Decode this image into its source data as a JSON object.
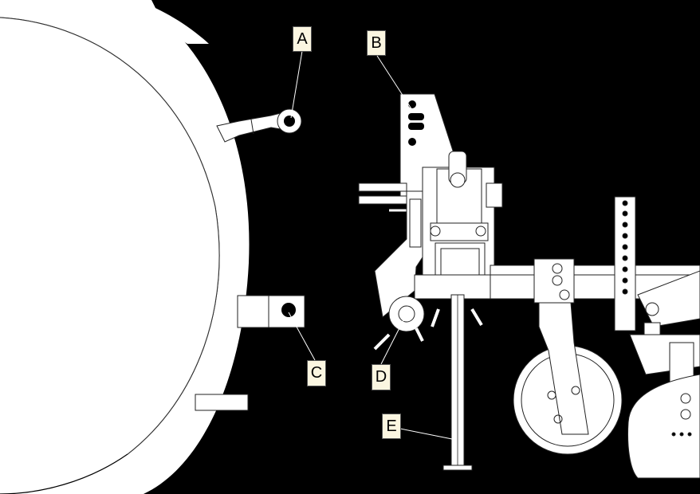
{
  "figure": {
    "background_color": "#000000",
    "line_color": "#ffffff",
    "label_fill": "#fbf6e1",
    "callouts": [
      {
        "id": "a",
        "text": "A"
      },
      {
        "id": "b",
        "text": "B"
      },
      {
        "id": "c",
        "text": "C"
      },
      {
        "id": "d",
        "text": "D"
      },
      {
        "id": "e",
        "text": "E"
      }
    ]
  }
}
